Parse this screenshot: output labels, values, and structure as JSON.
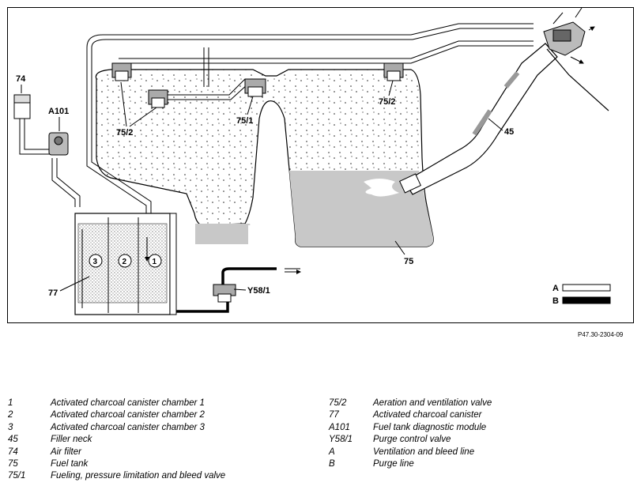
{
  "diagram": {
    "labels": {
      "74": "74",
      "A101": "A101",
      "75_2_left": "75/2",
      "75_1": "75/1",
      "75_2_right": "75/2",
      "45": "45",
      "75": "75",
      "77": "77",
      "Y58_1": "Y58/1",
      "chamber_1": "1",
      "chamber_2": "2",
      "chamber_3": "3",
      "line_A": "A",
      "line_B": "B"
    },
    "reference": "P47.30-2304-09"
  },
  "legend": {
    "left": [
      {
        "code": "1",
        "text": "Activated charcoal canister chamber 1"
      },
      {
        "code": "2",
        "text": "Activated charcoal canister chamber 2"
      },
      {
        "code": "3",
        "text": "Activated charcoal canister chamber 3"
      },
      {
        "code": "45",
        "text": "Filler neck"
      },
      {
        "code": "74",
        "text": "Air filter"
      },
      {
        "code": "75",
        "text": "Fuel tank"
      },
      {
        "code": "75/1",
        "text": "Fueling, pressure limitation and bleed valve"
      }
    ],
    "right": [
      {
        "code": "75/2",
        "text": "Aeration and ventilation valve"
      },
      {
        "code": "77",
        "text": "Activated charcoal canister"
      },
      {
        "code": "A101",
        "text": "Fuel tank diagnostic module"
      },
      {
        "code": "Y58/1",
        "text": "Purge control valve"
      },
      {
        "code": "A",
        "text": "Ventilation and bleed line"
      },
      {
        "code": "B",
        "text": "Purge line"
      }
    ]
  }
}
